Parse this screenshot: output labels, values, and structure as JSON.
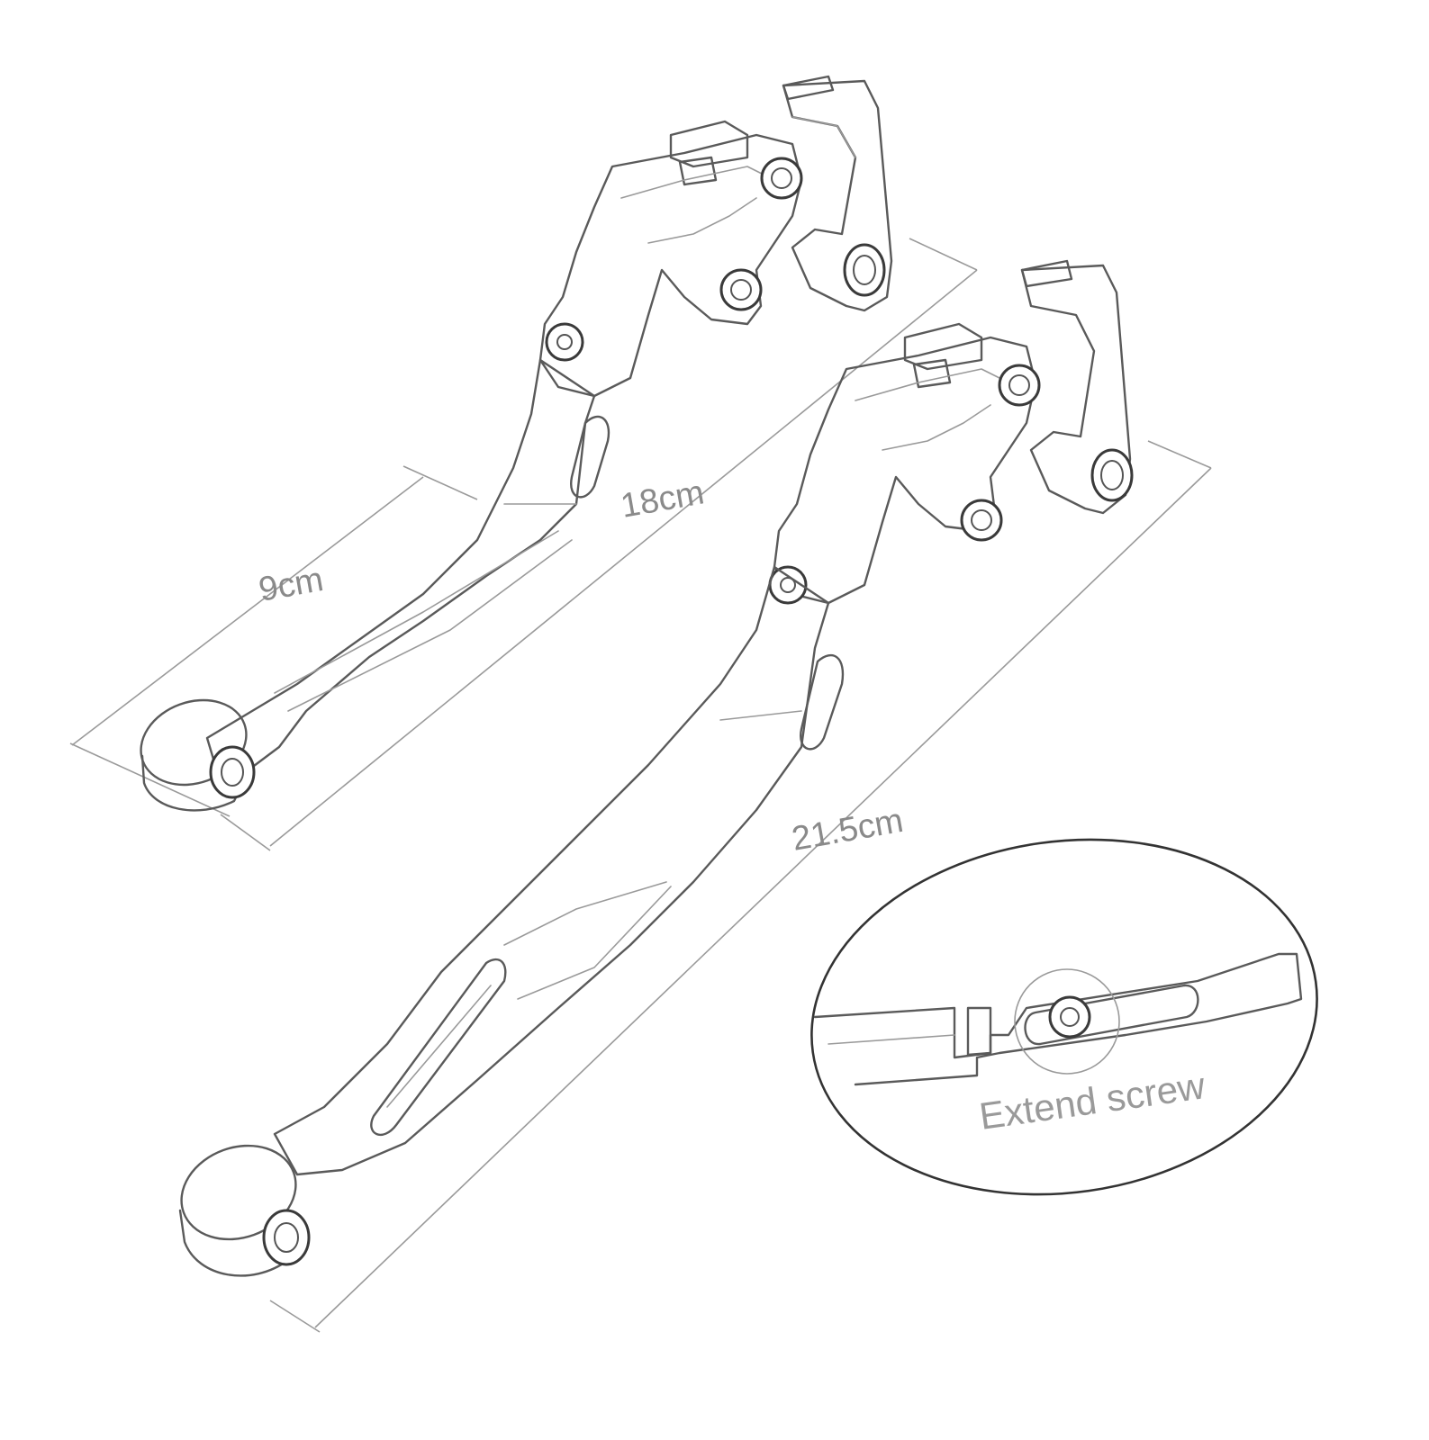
{
  "figure": {
    "dimensions": {
      "short_lever_length": "9cm",
      "short_lever_overall": "18cm",
      "long_lever_overall": "21.5cm"
    },
    "callout": {
      "label": "Extend screw"
    }
  }
}
